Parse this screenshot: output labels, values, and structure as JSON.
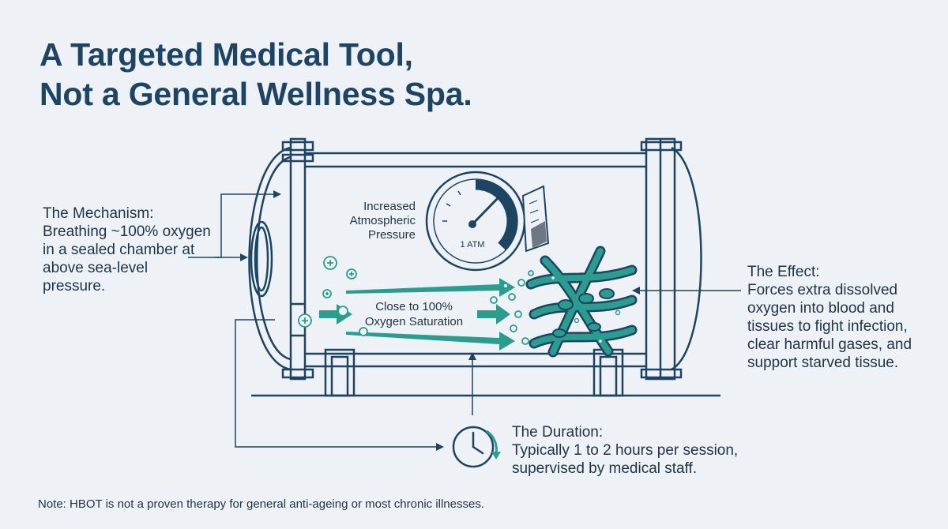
{
  "title": {
    "line1": "A Targeted Medical Tool,",
    "line2": "Not a General Wellness Spa."
  },
  "gauge": {
    "label_line1": "Increased",
    "label_line2": "Atmospheric",
    "label_line3": "Pressure",
    "reading": "1 ATM"
  },
  "flow": {
    "label_line1": "Close to 100%",
    "label_line2": "Oxygen Saturation"
  },
  "mechanism": {
    "heading": "The Mechanism:",
    "text": "Breathing ~100% oxygen in a sealed chamber at above sea-level pressure."
  },
  "effect": {
    "heading": "The Effect:",
    "text": "Forces extra dissolved oxygen into blood and tissues to fight infection, clear harmful gases, and support starved tissue."
  },
  "duration": {
    "heading": "The Duration:",
    "text": "Typically 1 to 2 hours per session, supervised by medical staff."
  },
  "note": "Note: HBOT is not a proven therapy for general anti-ageing or most chronic illnesses.",
  "colors": {
    "navy": "#1d4563",
    "teal": "#2a9d8f",
    "background": "#eef2f6"
  },
  "icons": [
    "clock-icon",
    "oxygen-bubble-icon",
    "pressure-gauge-icon"
  ]
}
